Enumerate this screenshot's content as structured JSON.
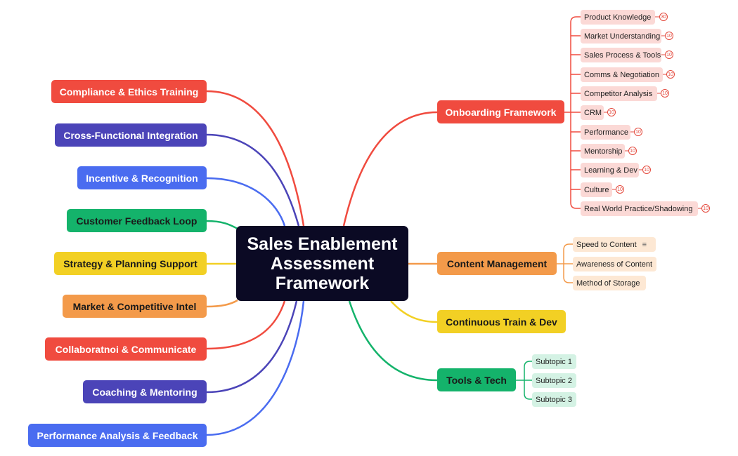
{
  "root": {
    "line1": "Sales Enablement",
    "line2": "Assessment",
    "line3": "Framework"
  },
  "left_topics": [
    {
      "label": "Compliance & Ethics Training",
      "color": "#f04b3f"
    },
    {
      "label": "Cross-Functional Integration",
      "color": "#4b44b8"
    },
    {
      "label": "Incentive & Recognition",
      "color": "#4a6cf0"
    },
    {
      "label": "Customer Feedback Loop",
      "color": "#14b36b"
    },
    {
      "label": "Strategy & Planning Support",
      "color": "#f2d024"
    },
    {
      "label": "Market & Competitive Intel",
      "color": "#f39a4a"
    },
    {
      "label": "Collaboratnoi & Communicate",
      "color": "#f04b3f"
    },
    {
      "label": "Coaching & Mentoring",
      "color": "#4b44b8"
    },
    {
      "label": "Performance Analysis & Feedback",
      "color": "#4a6cf0"
    }
  ],
  "right_topics": {
    "onboarding": {
      "label": "Onboarding Framework",
      "color": "#f04b3f"
    },
    "content": {
      "label": "Content Management",
      "color": "#f39a4a"
    },
    "training": {
      "label": "Continuous Train & Dev",
      "color": "#f2d024"
    },
    "tools": {
      "label": "Tools & Tech",
      "color": "#14b36b"
    }
  },
  "onboarding_items": [
    {
      "label": "Product Knowledge",
      "badge": "30"
    },
    {
      "label": "Market Understanding",
      "badge": "10"
    },
    {
      "label": "Sales Process & Tools",
      "badge": "10"
    },
    {
      "label": "Comms & Negotiation",
      "badge": "10"
    },
    {
      "label": "Competitor Analysis",
      "badge": "10"
    },
    {
      "label": "CRM",
      "badge": "10"
    },
    {
      "label": "Performance",
      "badge": "10"
    },
    {
      "label": "Mentorship",
      "badge": "10"
    },
    {
      "label": "Learning & Dev",
      "badge": "10"
    },
    {
      "label": "Culture",
      "badge": "10"
    },
    {
      "label": "Real World Practice/Shadowing",
      "badge": "10"
    }
  ],
  "content_items": [
    {
      "label": "Speed to Content",
      "has_note": true,
      "note_icon": "≡"
    },
    {
      "label": "Awareness of Content"
    },
    {
      "label": "Method of Storage"
    }
  ],
  "tools_items": [
    {
      "label": "Subtopic 1"
    },
    {
      "label": "Subtopic 2"
    },
    {
      "label": "Subtopic 3"
    }
  ]
}
